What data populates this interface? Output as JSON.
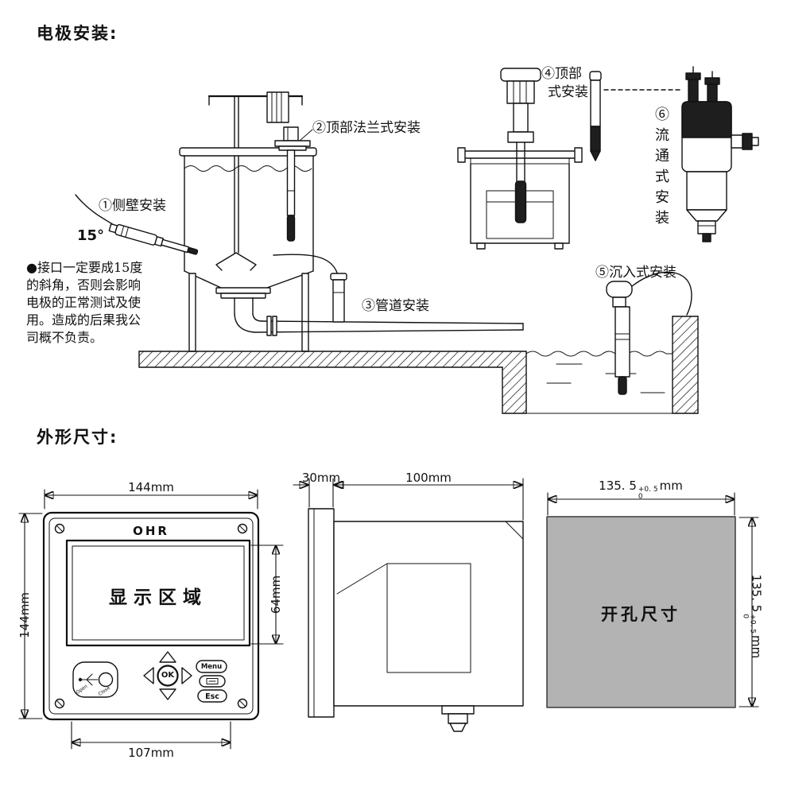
{
  "titles": {
    "install": "电极安装:",
    "dimensions": "外形尺寸:"
  },
  "install": {
    "label_side_wall": "①侧壁安装",
    "angle": "15°",
    "label_top_flange": "②顶部法兰式安装",
    "label_pipeline": "③管道安装",
    "label_top_mount_lines": [
      "④顶部",
      "式安装"
    ],
    "label_submersion": "⑤沉入式安装",
    "label_flow_through": "⑥流通式安装",
    "note_lines": [
      "●接口一定要成15度",
      "的斜角，否则会影响",
      "电极的正常测试及使",
      "用。造成的后果我公",
      "司概不负责。"
    ]
  },
  "front_view": {
    "brand": "OHR",
    "display_area": "显示区域",
    "dim_width": "144mm",
    "dim_height": "144mm",
    "dim_display_height": "64mm",
    "dim_bottom": "107mm",
    "btn_menu": "Menu",
    "btn_ok": "OK",
    "btn_esc": "Esc",
    "usb_open": "Open",
    "usb_close": "Close"
  },
  "side_view": {
    "dim_bezel": "30mm",
    "dim_body": "100mm"
  },
  "cutout_view": {
    "label": "开孔尺寸",
    "dim_value": "135. 5",
    "dim_tol_up": "+0. 5",
    "dim_tol_dn": "0",
    "dim_unit": "mm"
  }
}
